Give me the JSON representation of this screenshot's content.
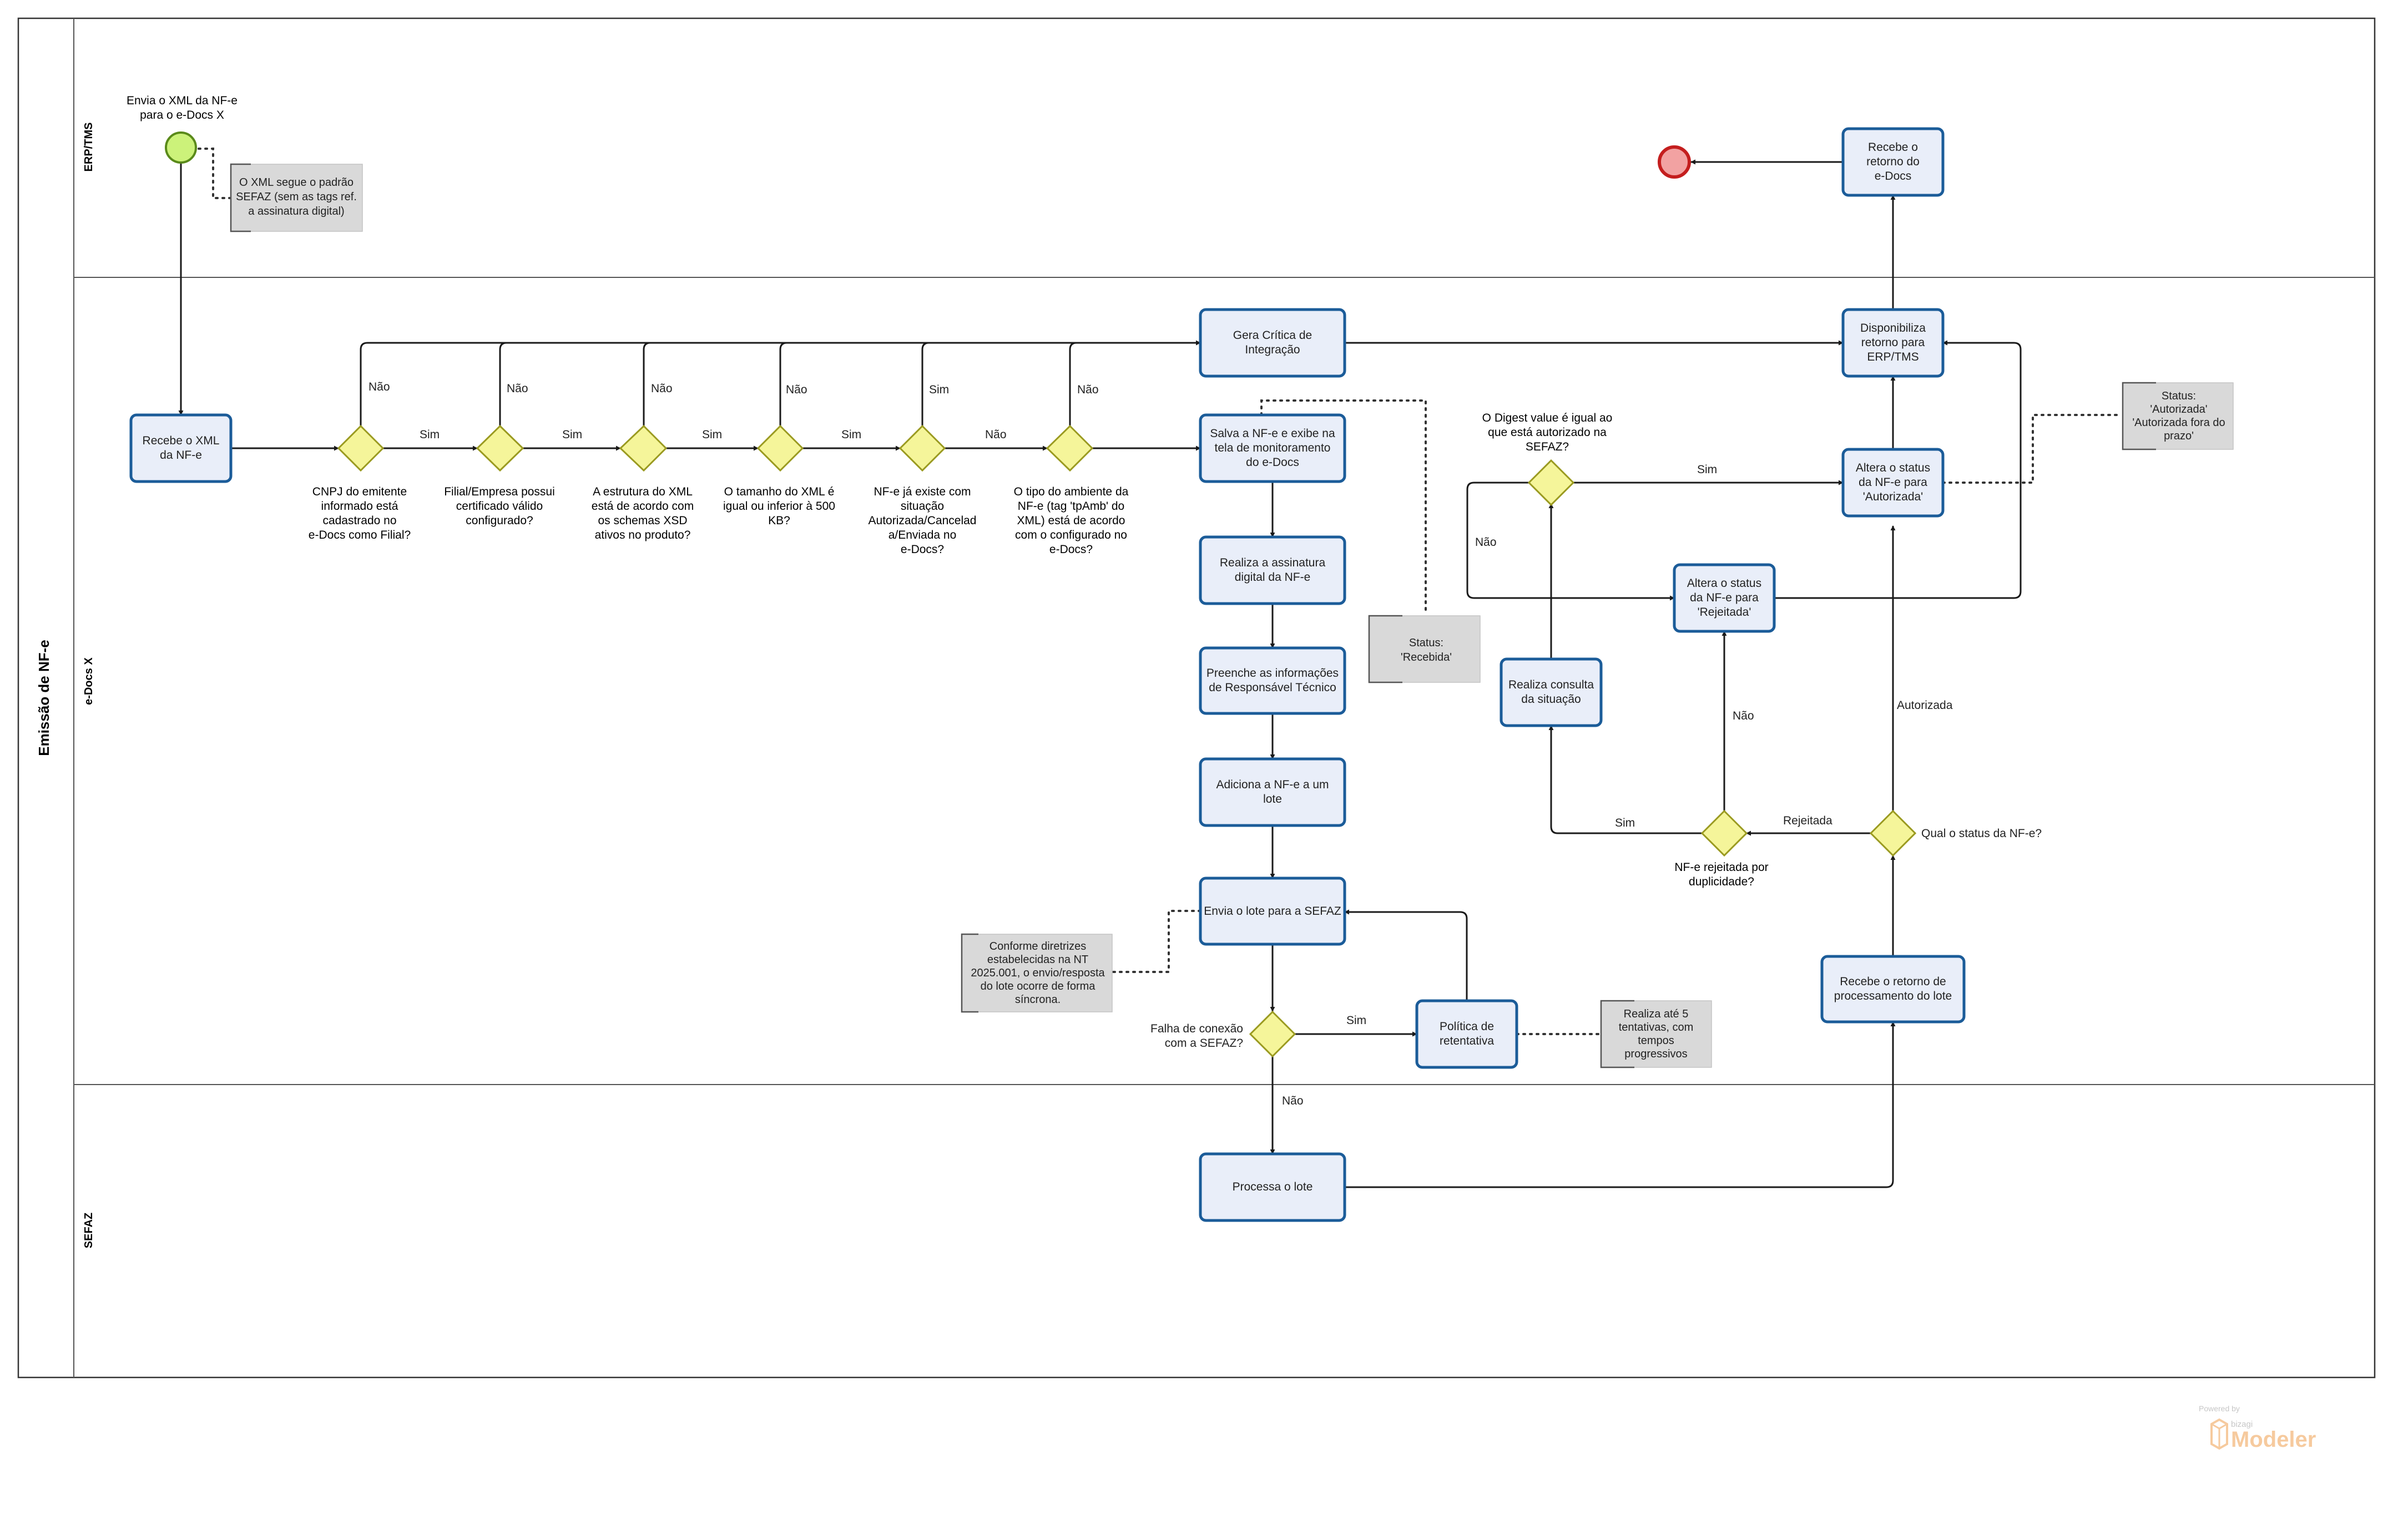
{
  "pool": {
    "title": "Emissão de NF-e"
  },
  "lanes": {
    "erp": "ERP/TMS",
    "edocs": "e-Docs X",
    "sefaz": "SEFAZ"
  },
  "events": {
    "start_label": [
      "Envia o XML da NF-e",
      "para o e-Docs X"
    ]
  },
  "tasks": {
    "receive_xml": [
      "Recebe o XML",
      "da NF-e"
    ],
    "erp_receive": [
      "Recebe o",
      "retorno do",
      "e-Docs"
    ],
    "gera_critica": [
      "Gera Crítica de",
      "Integração"
    ],
    "disponibiliza": [
      "Disponibiliza",
      "retorno para",
      "ERP/TMS"
    ],
    "salva": [
      "Salva a NF-e e exibe na",
      "tela de monitoramento",
      "do e-Docs"
    ],
    "assinatura": [
      "Realiza a assinatura",
      "digital da NF-e"
    ],
    "preenche": [
      "Preenche as informações",
      "de Responsável Técnico"
    ],
    "adiciona": [
      "Adiciona a NF-e a um",
      "lote"
    ],
    "envia_lote": [
      "Envia o lote para a SEFAZ"
    ],
    "politica": [
      "Política de",
      "retentativa"
    ],
    "consulta": [
      "Realiza consulta",
      "da situação"
    ],
    "rejeitada": [
      "Altera o status",
      "da NF-e para",
      "'Rejeitada'"
    ],
    "autorizada": [
      "Altera o status",
      "da NF-e para",
      "'Autorizada'"
    ],
    "recebe_retorno": [
      "Recebe o retorno de",
      "processamento do lote"
    ],
    "processa": [
      "Processa o lote"
    ]
  },
  "gateways": {
    "g1": [
      "CNPJ do emitente",
      "informado está",
      "cadastrado no",
      "e-Docs como Filial?"
    ],
    "g2": [
      "Filial/Empresa possui",
      "certificado válido",
      "configurado?"
    ],
    "g3": [
      "A estrutura do XML",
      "está de acordo com",
      "os schemas XSD",
      "ativos no produto?"
    ],
    "g4": [
      "O tamanho do XML é",
      "igual ou inferior à 500",
      "KB?"
    ],
    "g5": [
      "NF-e já existe com",
      "situação",
      "Autorizada/Cancelad",
      "a/Enviada no",
      "e-Docs?"
    ],
    "g6": [
      "O tipo do ambiente da",
      "NF-e (tag 'tpAmb' do",
      "XML) está de acordo",
      "com o configurado no",
      "e-Docs?"
    ],
    "digest": [
      "O Digest value é igual ao",
      "que está autorizado na",
      "SEFAZ?"
    ],
    "falha": [
      "Falha de conexão",
      "com a SEFAZ?"
    ],
    "duplicidade": [
      "NF-e rejeitada por",
      "duplicidade?"
    ],
    "status": [
      "Qual o status da NF-e?"
    ]
  },
  "flow_labels": {
    "g1_no": "Não",
    "g1_yes": "Sim",
    "g2_no": "Não",
    "g2_yes": "Sim",
    "g3_no": "Não",
    "g3_yes": "Sim",
    "g4_no": "Não",
    "g4_yes": "Sim",
    "g5_yes": "Sim",
    "g5_no": "Não",
    "g6_no": "Não",
    "digest_yes": "Sim",
    "digest_no": "Não",
    "falha_yes": "Sim",
    "falha_no": "Não",
    "dup_yes": "Sim",
    "dup_no": "Não",
    "status_rej": "Rejeitada",
    "status_aut": "Autorizada"
  },
  "notes": {
    "xml_padrao": [
      "O XML segue o padrão",
      "SEFAZ (sem as tags ref.",
      "a assinatura digital)"
    ],
    "recebida": [
      "Status:",
      "'Recebida'"
    ],
    "autorizada": [
      "Status:",
      "'Autorizada'",
      "'Autorizada fora do",
      "prazo'"
    ],
    "nt": [
      "Conforme diretrizes",
      "estabelecidas na NT",
      "2025.001, o envio/resposta",
      "do lote ocorre de forma",
      "síncrona."
    ],
    "tentativas": [
      "Realiza até 5",
      "tentativas, com",
      "tempos",
      "progressivos"
    ]
  },
  "watermark": {
    "powered": "Powered by",
    "brand": "bizagi",
    "product": "Modeler"
  },
  "colors": {
    "task_fill": "#e9eef9",
    "task_stroke": "#1b5c99",
    "gateway_fill": "#f5f59a",
    "gateway_stroke": "#9a9a20",
    "start_fill": "#ccf27a",
    "end_stroke": "#c41e1e",
    "note_fill": "#d9d9d9"
  }
}
